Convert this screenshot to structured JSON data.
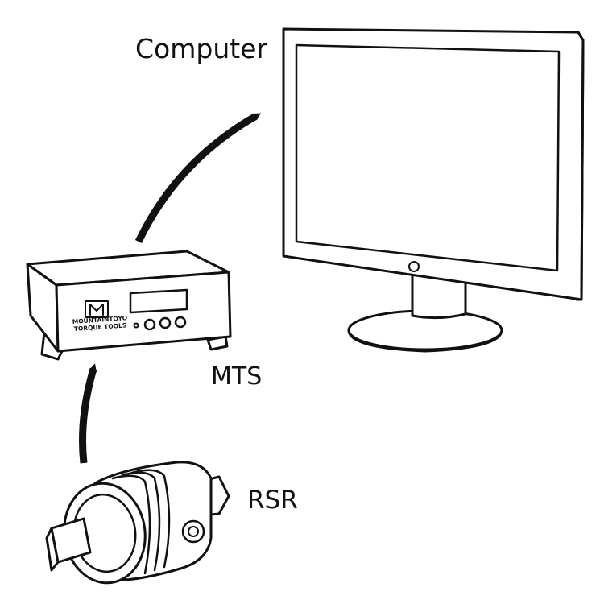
{
  "labels": {
    "computer": "Computer",
    "mts": "MTS",
    "rsr": "RSR"
  },
  "device_brand": {
    "line1": "MOUNTAINTOYO",
    "line2": "TORQUE TOOLS"
  },
  "colors": {
    "stroke": "#111111",
    "fill": "#ffffff",
    "arrow": "#111111"
  }
}
